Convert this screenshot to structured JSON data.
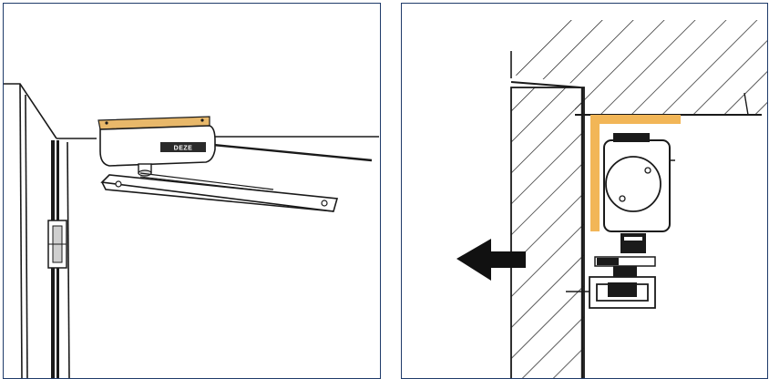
{
  "figures": [
    {
      "id": "overhead-closer-perspective",
      "brand_label": "DEZE",
      "colors": {
        "frame": "#1f3b6a",
        "line": "#1a1a1a",
        "mounting_plate": "#e8b86a",
        "body": "#ffffff"
      }
    },
    {
      "id": "closer-side-section",
      "colors": {
        "frame": "#1f3b6a",
        "line": "#1a1a1a",
        "mounting_plate": "#f2b657",
        "arrow": "#111111"
      },
      "arrow_direction": "left"
    }
  ]
}
